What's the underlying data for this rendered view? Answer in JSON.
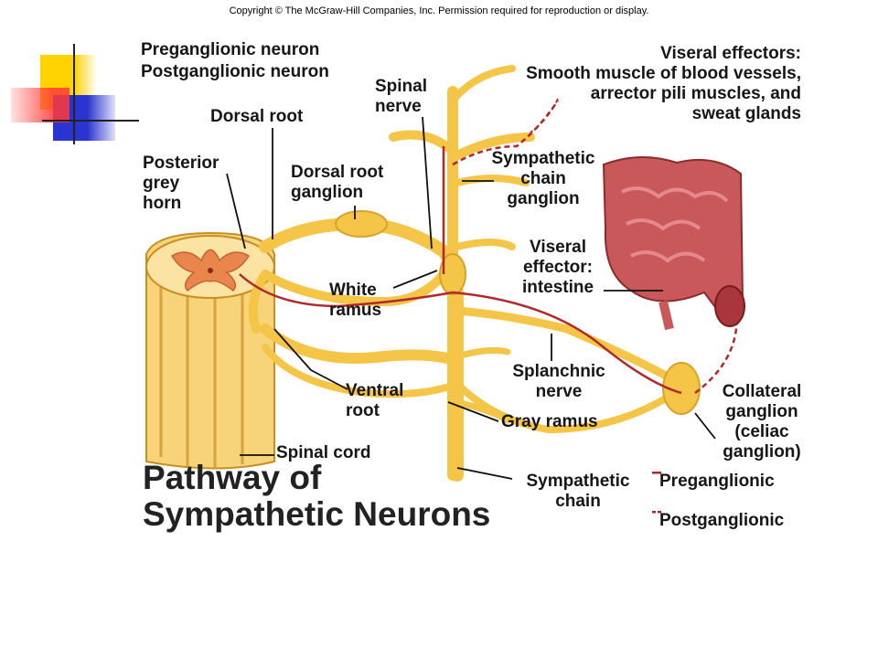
{
  "copyright": "Copyright © The McGraw-Hill Companies, Inc. Permission required for reproduction or display.",
  "title": {
    "line1": "Pathway of",
    "line2": "Sympathetic Neurons"
  },
  "labels": {
    "preganglionic_neuron": "Preganglionic neuron",
    "postganglionic_neuron": "Postganglionic neuron",
    "dorsal_root": "Dorsal root",
    "posterior_grey_horn": [
      "Posterior",
      "grey",
      "horn"
    ],
    "dorsal_root_ganglion": [
      "Dorsal root",
      "ganglion"
    ],
    "spinal_nerve": [
      "Spinal",
      "nerve"
    ],
    "viseral_effectors": [
      "Viseral effectors:",
      "Smooth muscle of blood vessels,",
      "arrector pili muscles, and",
      "sweat glands"
    ],
    "sympathetic_chain_ganglion": [
      "Sympathetic",
      "chain",
      "ganglion"
    ],
    "viseral_effector_intestine": [
      "Viseral",
      "effector:",
      "intestine"
    ],
    "white_ramus": [
      "White",
      "ramus"
    ],
    "splanchnic_nerve": [
      "Splanchnic",
      "nerve"
    ],
    "ventral_root": [
      "Ventral",
      "root"
    ],
    "gray_ramus": "Gray ramus",
    "spinal_cord": "Spinal cord",
    "sympathetic_chain": [
      "Sympathetic",
      "chain"
    ],
    "collateral_ganglion": [
      "Collateral",
      "ganglion",
      "(celiac",
      "ganglion)"
    ]
  },
  "legend": {
    "preganglionic": "Preganglionic",
    "postganglionic": "Postganglionic"
  },
  "colors": {
    "nerve": "#f5c548",
    "nerve_dark": "#d8a22a",
    "neuron": "#b0282a",
    "grey_matter": "#e8864e",
    "intestine": "#c8585a",
    "deco_yellow": "#ffd200",
    "deco_red": "#ff3a3a",
    "deco_blue": "#2a34d0"
  }
}
